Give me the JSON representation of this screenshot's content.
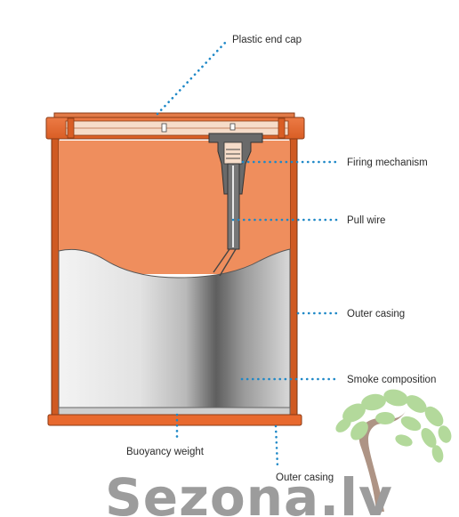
{
  "labels": {
    "plastic_end_cap": "Plastic end cap",
    "firing_mechanism": "Firing mechanism",
    "pull_wire": "Pull wire",
    "outer_casing_right": "Outer casing",
    "smoke_composition": "Smoke composition",
    "buoyancy_weight": "Buoyancy weight",
    "outer_casing_bottom": "Outer casing"
  },
  "watermark": {
    "text": "Sezona.lv"
  },
  "colors": {
    "cap": "#e8692e",
    "cap_dark": "#c2541f",
    "fill_orange": "#ef8e5d",
    "casing": "#cf5a22",
    "leader_dots": "#1e88c7",
    "leaf_green": "#a6d38a",
    "tree_trunk": "#a08270",
    "watermark_text": "#9c9c9c"
  }
}
